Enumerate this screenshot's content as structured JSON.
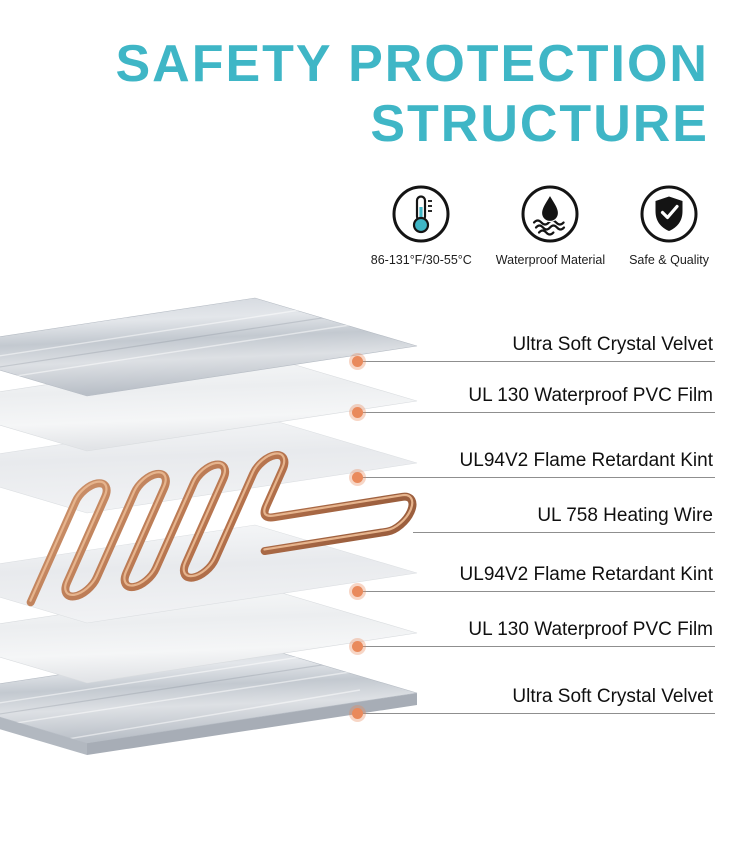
{
  "title": {
    "line1": "SAFETY PROTECTION",
    "line2": "STRUCTURE"
  },
  "colors": {
    "accent_teal": "#3fb6c6",
    "callout_dot": "#e98a5c",
    "copper_wire": "#a2603c",
    "icon_outline": "#141414"
  },
  "features": [
    {
      "icon": "thermometer-icon",
      "label": "86-131°F/30-55°C"
    },
    {
      "icon": "waterproof-icon",
      "label": "Waterproof Material"
    },
    {
      "icon": "shield-check-icon",
      "label": "Safe & Quality"
    }
  ],
  "layers": [
    {
      "label": "Ultra Soft Crystal Velvet"
    },
    {
      "label": "UL 130 Waterproof PVC Film"
    },
    {
      "label": "UL94V2 Flame Retardant Kint"
    },
    {
      "label": "UL 758 Heating Wire"
    },
    {
      "label": "UL94V2 Flame Retardant Kint"
    },
    {
      "label": "UL 130 Waterproof PVC Film"
    },
    {
      "label": "Ultra Soft Crystal Velvet"
    }
  ]
}
